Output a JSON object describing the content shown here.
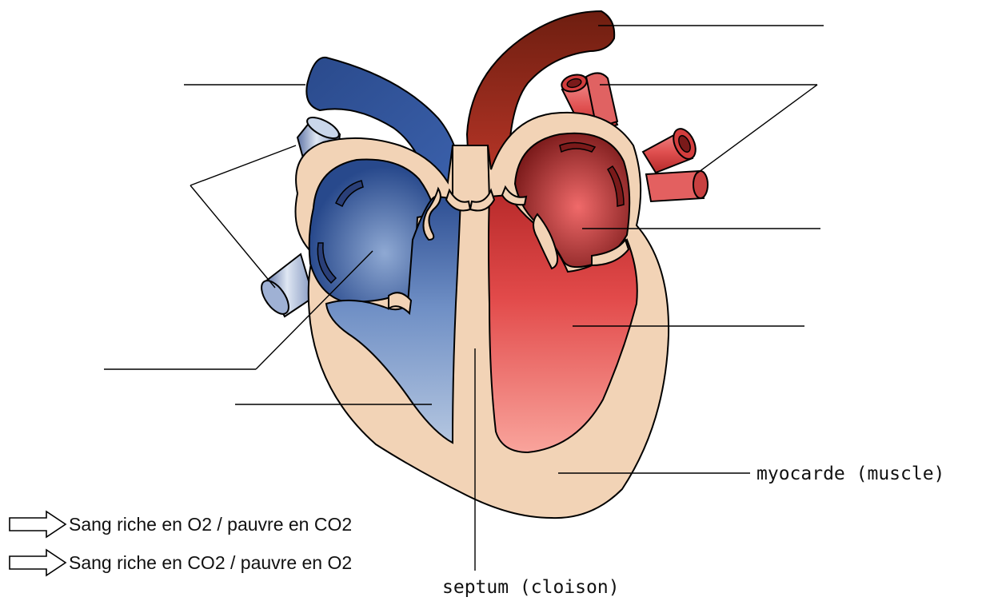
{
  "labels": {
    "myocarde": "myocarde (muscle)",
    "septum": "septum (cloison)"
  },
  "legend": {
    "oxygenated": "Sang riche en O2 / pauvre en CO2",
    "deoxygenated": "Sang riche en CO2 / pauvre en O2"
  },
  "colors": {
    "muscle": "#f2d3b6",
    "deoxygenated_dark": "#2e4f93",
    "deoxygenated_light": "#aabfdc",
    "oxygenated_dark": "#7a2515",
    "oxygenated_mid": "#e04848",
    "oxygenated_light": "#f7a09a",
    "outline": "#000000"
  }
}
